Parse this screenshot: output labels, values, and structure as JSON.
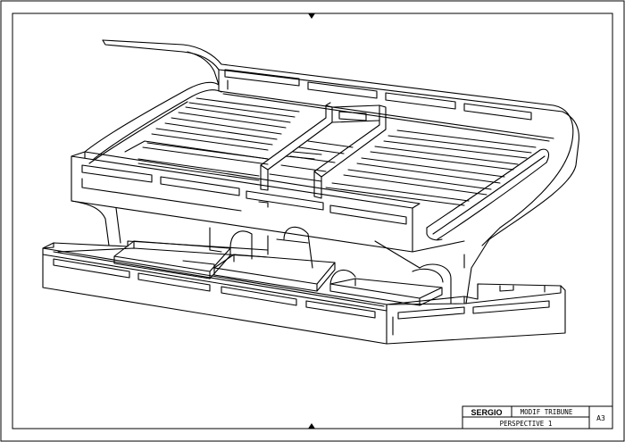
{
  "title_block": {
    "author": "SERGIO",
    "project": "MODIF TRIBUNE",
    "view": "PERSPECTIVE 1",
    "sheet_size": "A3"
  },
  "drawing": {
    "subject": "tribune-perspective",
    "line_color": "#000000",
    "background": "#ffffff"
  }
}
